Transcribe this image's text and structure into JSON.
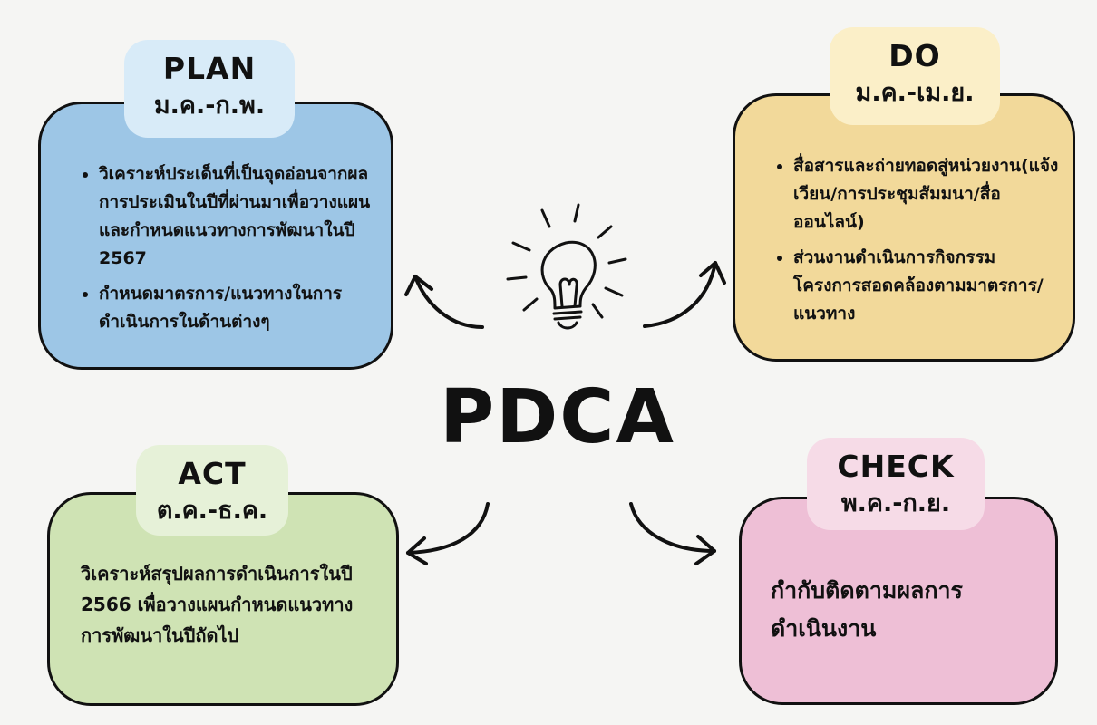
{
  "center_title": "PDCA",
  "colors": {
    "background": "#f5f5f3",
    "plan_card": "#9dc6e6",
    "plan_label": "#d8ebf8",
    "do_card": "#f2d99a",
    "do_label": "#fbefc8",
    "act_card": "#cfe3b4",
    "act_label": "#e6f1d8",
    "check_card": "#eebfd6",
    "check_label": "#f6dbe7"
  },
  "center_icon": "lightbulb-icon",
  "plan": {
    "title": "PLAN",
    "period": "ม.ค.-ก.พ.",
    "items": [
      "วิเคราะห์ประเด็นที่เป็นจุดอ่อนจากผลการประเมินในปีที่ผ่านมาเพื่อวางแผนและกำหนดแนวทางการพัฒนาในปี 2567",
      "กำหนดมาตรการ/แนวทางในการดำเนินการในด้านต่างๆ"
    ]
  },
  "do": {
    "title": "DO",
    "period": "ม.ค.-เม.ย.",
    "items": [
      "สื่อสารและถ่ายทอดสู่หน่วยงาน(แจ้งเวียน/การประชุมสัมมนา/สื่อออนไลน์)",
      "ส่วนงานดำเนินการกิจกรรมโครงการสอดคล้องตามมาตรการ/แนวทาง"
    ]
  },
  "act": {
    "title": "ACT",
    "period": "ต.ค.-ธ.ค.",
    "text": "วิเคราะห์สรุปผลการดำเนินการในปี 2566 เพื่อวางแผนกำหนดแนวทางการพัฒนาในปีถัดไป"
  },
  "check": {
    "title": "CHECK",
    "period": "พ.ค.-ก.ย.",
    "text": "กำกับติดตามผลการดำเนินงาน"
  }
}
